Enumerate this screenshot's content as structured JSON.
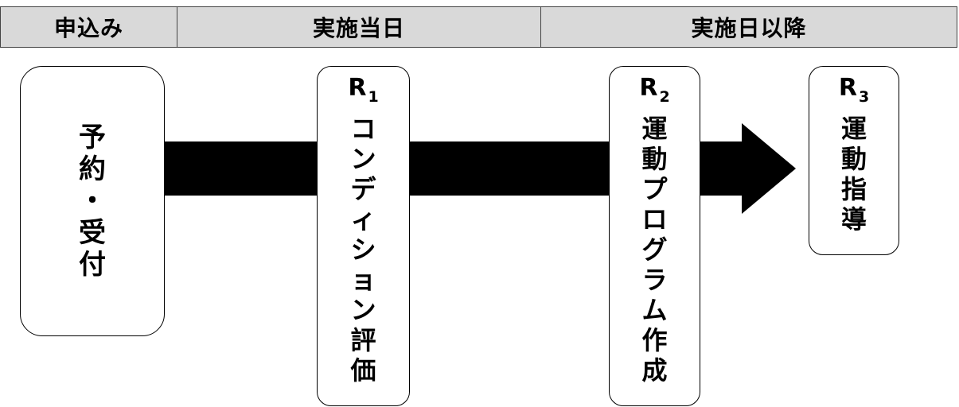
{
  "header": {
    "col1": "申込み",
    "col2": "実施当日",
    "col3": "実施日以降"
  },
  "boxes": {
    "reception": {
      "text": "予\n約\n・\n受\n付"
    },
    "r1": {
      "letter": "R",
      "sub": "1",
      "text": "コ\nン\nデ\nィ\nシ\nョ\nン\n評\n価"
    },
    "r2": {
      "letter": "R",
      "sub": "2",
      "text": "運\n動\nプ\nロ\nグ\nラ\nム\n作\n成"
    },
    "r3": {
      "letter": "R",
      "sub": "3",
      "text": "運\n動\n指\n導"
    }
  }
}
